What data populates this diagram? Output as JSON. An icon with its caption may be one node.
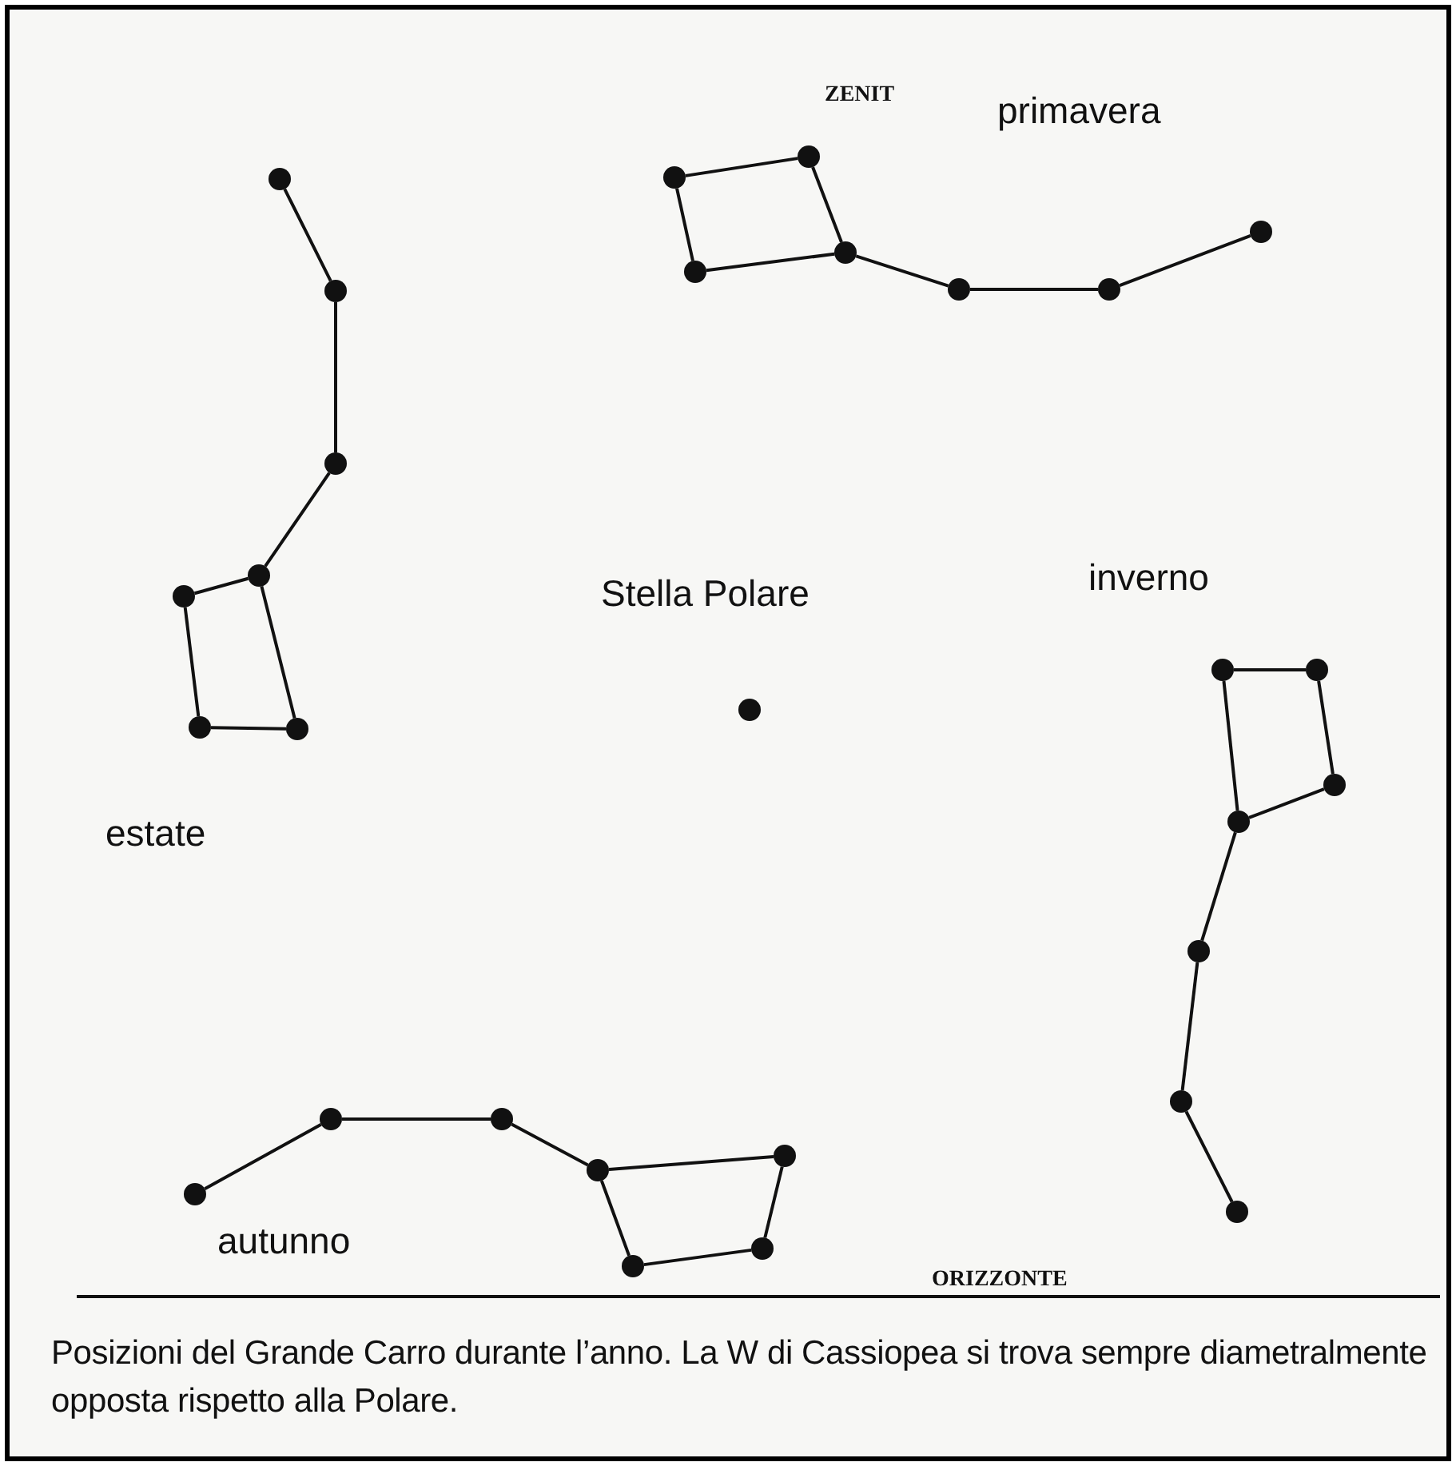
{
  "diagram": {
    "caption": "Posizioni del Grande Carro durante l’anno. La W di Cassiopea si trova sempre diametralmente opposta rispetto alla Polare.",
    "nodes": [
      {
        "text": [],
        "shape": "circle"
      },
      {
        "text": [],
        "shape": "circle"
      },
      {
        "text": [],
        "shape": "circle"
      },
      {
        "text": [],
        "shape": "circle"
      },
      {
        "text": [],
        "shape": "circle"
      },
      {
        "text": [],
        "shape": "circle"
      },
      {
        "text": [],
        "shape": "circle"
      },
      {
        "text": [],
        "shape": "circle"
      },
      {
        "text": [],
        "shape": "circle"
      },
      {
        "text": [],
        "shape": "circle"
      },
      {
        "text": [],
        "shape": "circle"
      },
      {
        "text": [],
        "shape": "circle"
      },
      {
        "text": [],
        "shape": "circle"
      },
      {
        "text": [],
        "shape": "circle"
      },
      {
        "text": [],
        "shape": "circle",
        "beside": [
          "Stella Polare"
        ]
      },
      {
        "text": [],
        "shape": "circle"
      },
      {
        "text": [],
        "shape": "circle"
      },
      {
        "text": [],
        "shape": "circle"
      },
      {
        "text": [],
        "shape": "circle"
      },
      {
        "text": [],
        "shape": "circle"
      },
      {
        "text": [],
        "shape": "circle"
      },
      {
        "text": [],
        "shape": "circle"
      },
      {
        "text": [],
        "shape": "circle"
      },
      {
        "text": [],
        "shape": "circle"
      },
      {
        "text": [],
        "shape": "circle"
      },
      {
        "text": [],
        "shape": "circle"
      },
      {
        "text": [],
        "shape": "circle"
      },
      {
        "text": [],
        "shape": "circle"
      },
      {
        "text": [],
        "shape": "circle"
      }
    ],
    "edges": [
      {
        "from": 0,
        "to": 1,
        "arrow": "none"
      },
      {
        "from": 1,
        "to": 2,
        "arrow": "none"
      },
      {
        "from": 2,
        "to": 3,
        "arrow": "none"
      },
      {
        "from": 3,
        "to": 4,
        "arrow": "none"
      },
      {
        "from": 4,
        "to": 5,
        "arrow": "none"
      },
      {
        "from": 5,
        "to": 6,
        "arrow": "none"
      },
      {
        "from": 6,
        "to": 3,
        "arrow": "none"
      },
      {
        "from": 7,
        "to": 8,
        "arrow": "none"
      },
      {
        "from": 8,
        "to": 10,
        "arrow": "none"
      },
      {
        "from": 10,
        "to": 9,
        "arrow": "none"
      },
      {
        "from": 9,
        "to": 7,
        "arrow": "none"
      },
      {
        "from": 10,
        "to": 11,
        "arrow": "none"
      },
      {
        "from": 11,
        "to": 12,
        "arrow": "none"
      },
      {
        "from": 12,
        "to": 13,
        "arrow": "none"
      },
      {
        "from": 15,
        "to": 16,
        "arrow": "none"
      },
      {
        "from": 16,
        "to": 17,
        "arrow": "none"
      },
      {
        "from": 17,
        "to": 18,
        "arrow": "none"
      },
      {
        "from": 18,
        "to": 15,
        "arrow": "none"
      },
      {
        "from": 18,
        "to": 19,
        "arrow": "none"
      },
      {
        "from": 19,
        "to": 20,
        "arrow": "none"
      },
      {
        "from": 20,
        "to": 21,
        "arrow": "none"
      },
      {
        "from": 22,
        "to": 23,
        "arrow": "none"
      },
      {
        "from": 23,
        "to": 24,
        "arrow": "none"
      },
      {
        "from": 24,
        "to": 25,
        "arrow": "none"
      },
      {
        "from": 25,
        "to": 26,
        "arrow": "none"
      },
      {
        "from": 26,
        "to": 27,
        "arrow": "none"
      },
      {
        "from": 27,
        "to": 28,
        "arrow": "none"
      },
      {
        "from": 28,
        "to": 25,
        "arrow": "none"
      }
    ],
    "labels": [
      "ZENIT",
      "primavera",
      "inverno",
      "estate",
      "autunno",
      "ORIZZONTE"
    ]
  }
}
